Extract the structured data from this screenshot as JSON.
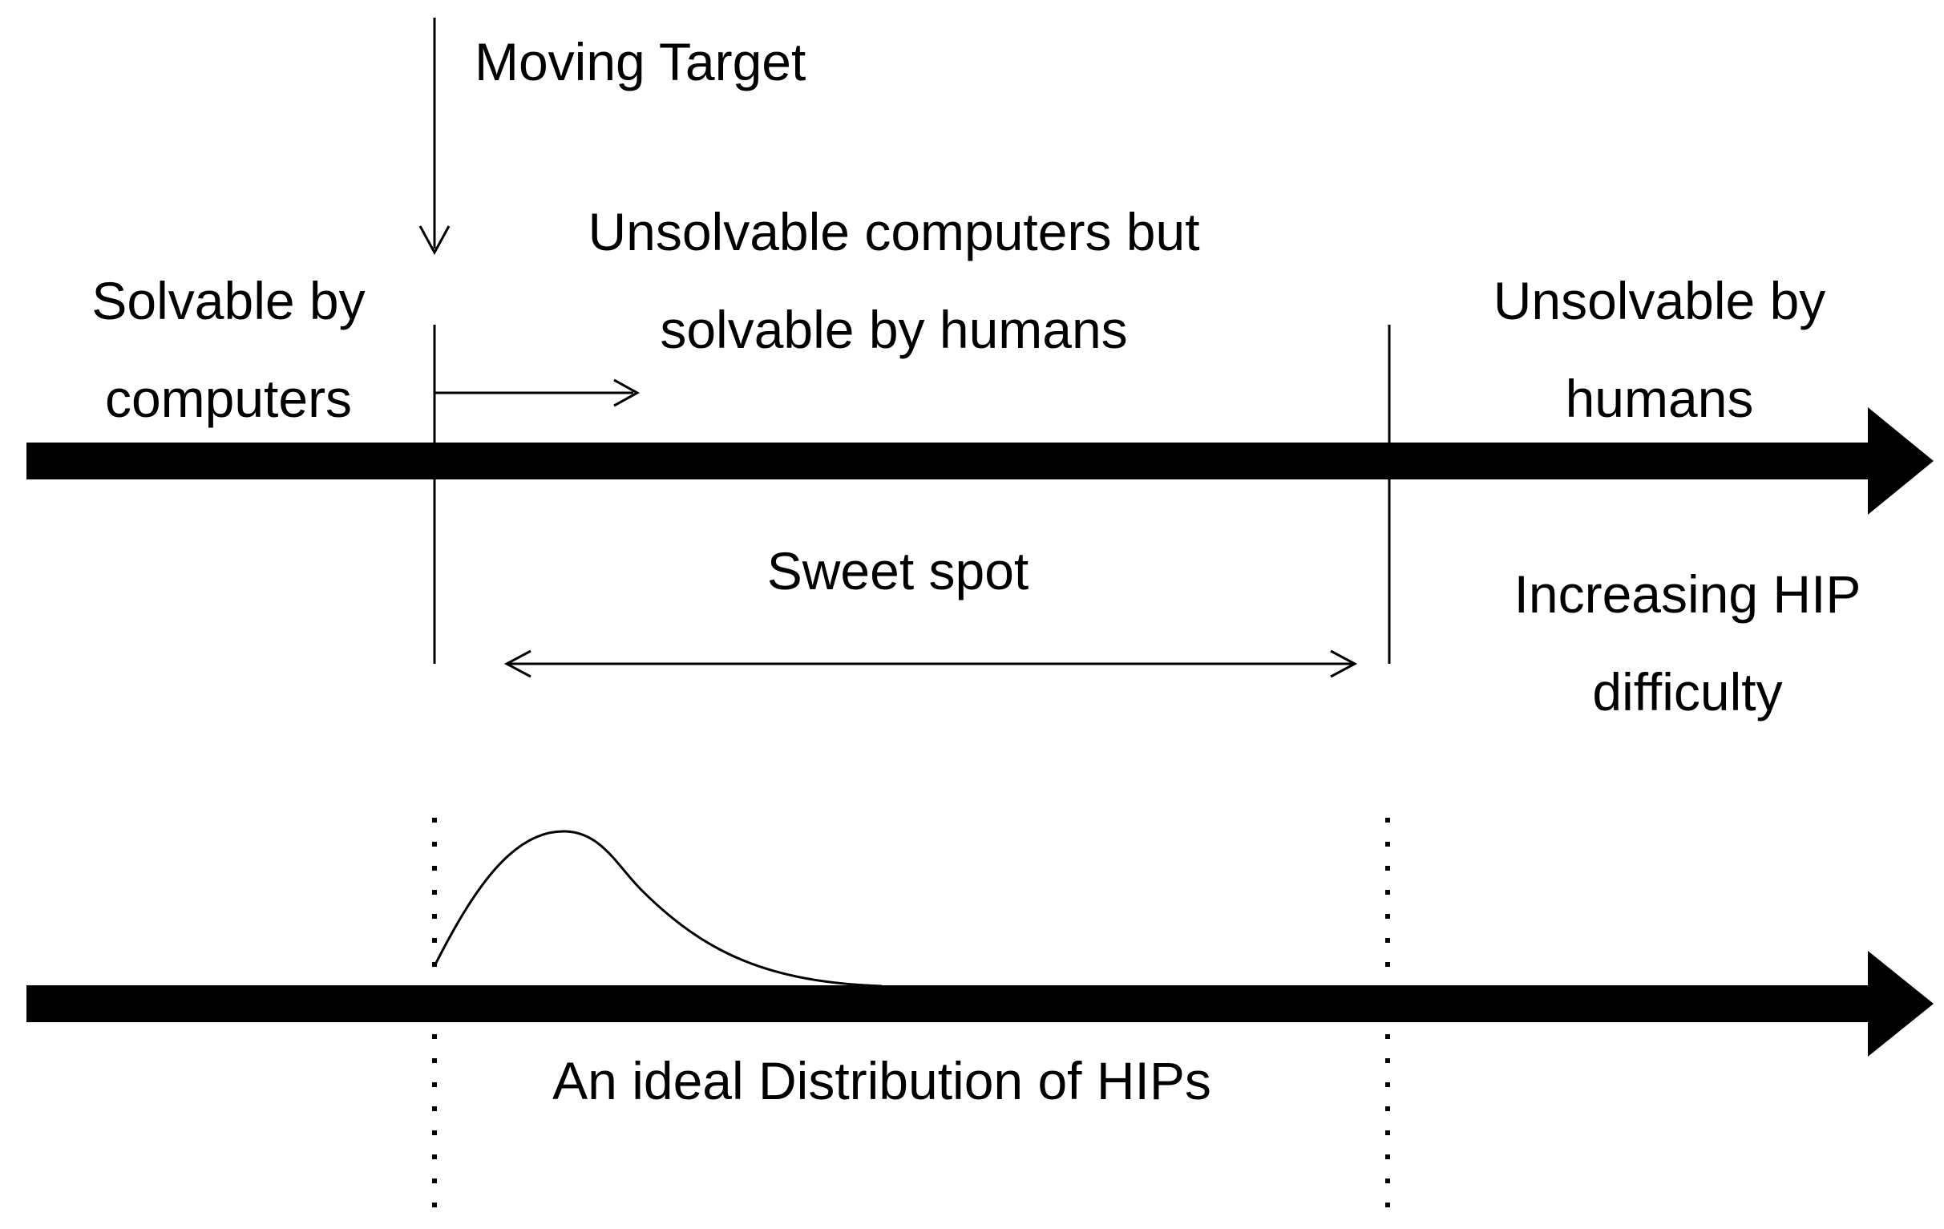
{
  "labels": {
    "moving_target": "Moving Target",
    "solvable_by_computers": [
      "Solvable by",
      "computers"
    ],
    "middle_region": [
      "Unsolvable computers but",
      "solvable by humans"
    ],
    "unsolvable_by_humans": [
      "Unsolvable by",
      "humans"
    ],
    "sweet_spot": "Sweet spot",
    "axis_label": [
      "Increasing HIP",
      "difficulty"
    ],
    "distribution_caption": "An ideal Distribution of HIPs"
  },
  "colors": {
    "stroke": "#000000",
    "background": "#ffffff"
  }
}
